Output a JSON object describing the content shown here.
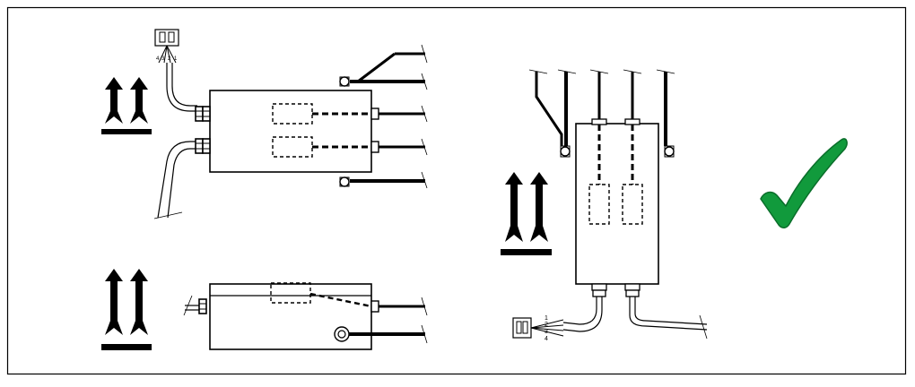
{
  "figure": {
    "panel_top_left": "installation-horizontal-top-view",
    "panel_bottom_left": "installation-horizontal-side-view",
    "panel_right": "installation-vertical-approved",
    "connector_pins_small": [
      "4",
      "3",
      "2",
      "1"
    ],
    "connector_pins_large": [
      "1",
      "2",
      "3",
      "4"
    ]
  },
  "colors": {
    "line": "#000000",
    "background": "#ffffff",
    "check": "#119a3c",
    "check_outline": "#0a6e2a"
  },
  "icons": {
    "orientation": "this-way-up-arrows-icon",
    "approval": "check-mark-icon",
    "connector": "connector-plug-icon",
    "gland": "cable-gland-icon"
  }
}
